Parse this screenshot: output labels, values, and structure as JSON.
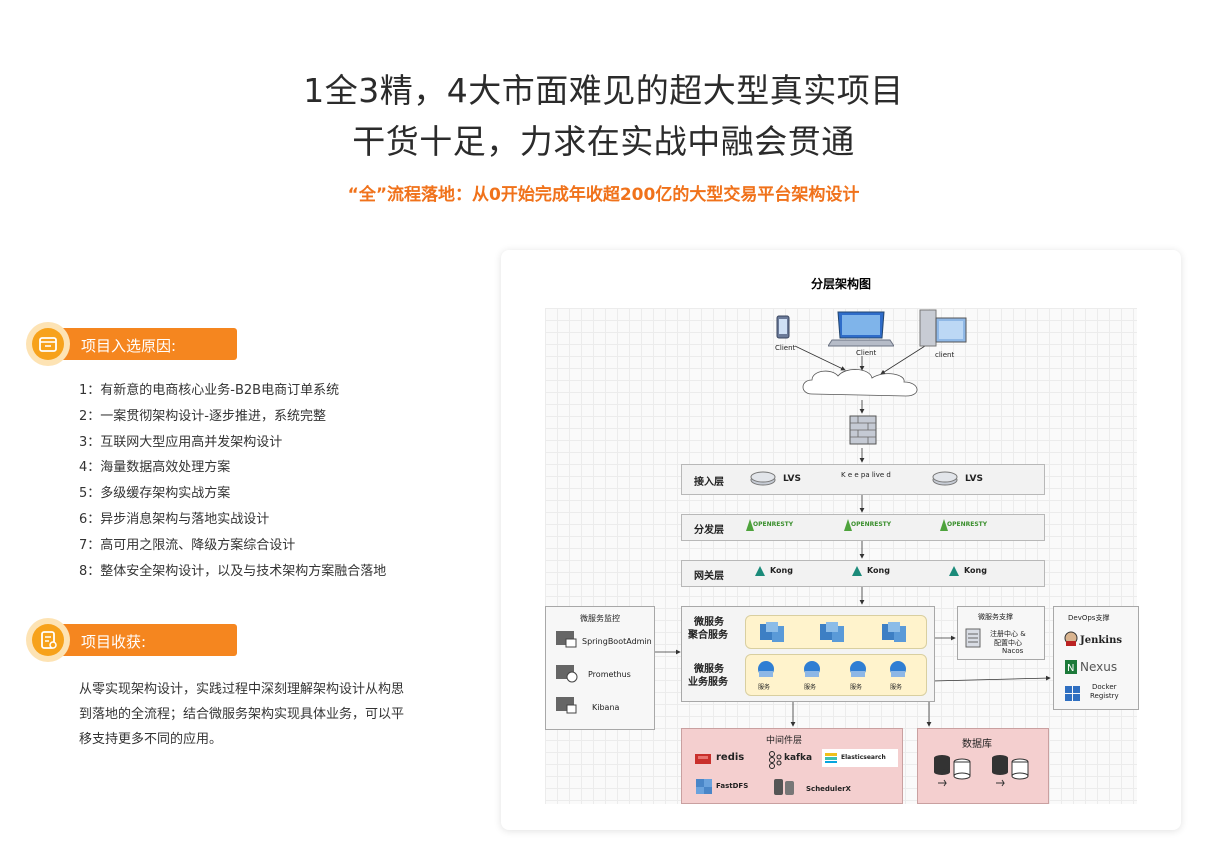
{
  "header": {
    "title_line1": "1全3精，4大市面难见的超大型真实项目",
    "title_line2": "干货十足，力求在实战中融会贯通",
    "subtitle": "“全”流程落地：从0开始完成年收超200亿的大型交易平台架构设计"
  },
  "reasons": {
    "label": "项目入选原因:",
    "items": [
      "1：有新意的电商核心业务-B2B电商订单系统",
      "2：一案贯彻架构设计-逐步推进，系统完整",
      "3：互联网大型应用高并发架构设计",
      "4：海量数据高效处理方案",
      "5：多级缓存架构实战方案",
      "6：异步消息架构与落地实战设计",
      "7：高可用之限流、降级方案综合设计",
      "8：整体安全架构设计，以及与技术架构方案融合落地"
    ]
  },
  "gains": {
    "label": "项目收获:",
    "text": "从零实现架构设计，实践过程中深刻理解架构设计从构思到落地的全流程；结合微服务架构实现具体业务，可以平移支持更多不同的应用。"
  },
  "diagram": {
    "title": "分层架构图",
    "clients": [
      "Client",
      "Client",
      "client"
    ],
    "access_layer": {
      "label": "接入层",
      "lvs": [
        "LVS",
        "LVS"
      ],
      "keepalived": "K e e pa live d"
    },
    "dispatch_layer": {
      "label": "分发层",
      "nodes": [
        "OPENRESTY",
        "OPENRESTY",
        "OPENRESTY"
      ]
    },
    "gateway_layer": {
      "label": "网关层",
      "nodes": [
        "Kong",
        "Kong",
        "Kong"
      ]
    },
    "monitor": {
      "label": "微服务监控",
      "items": [
        "SpringBootAdmin",
        "Promethus",
        "Kibana"
      ]
    },
    "microservices": {
      "aggregate_label_1": "微服务",
      "aggregate_label_2": "聚合服务",
      "business_label_1": "微服务",
      "business_label_2": "业务服务",
      "service_items": [
        "服务",
        "服务",
        "服务",
        "服务"
      ]
    },
    "support": {
      "label": "微服务支撑",
      "line1": "注册中心 &",
      "line2": "配置中心",
      "line3": "Nacos"
    },
    "devops": {
      "label": "DevOps支撑",
      "items": [
        "Jenkins",
        "Nexus"
      ],
      "docker_1": "Docker",
      "docker_2": "Registry"
    },
    "middleware": {
      "label": "中间件层",
      "items": [
        "redis",
        "kafka",
        "Elasticsearch",
        "FastDFS",
        "SchedulerX"
      ]
    },
    "database": {
      "label": "数据库"
    }
  },
  "colors": {
    "accent": "#f5861f",
    "subtitle": "#f0721b",
    "pink": "#f4cfcf",
    "yellow": "#fff3cc"
  }
}
